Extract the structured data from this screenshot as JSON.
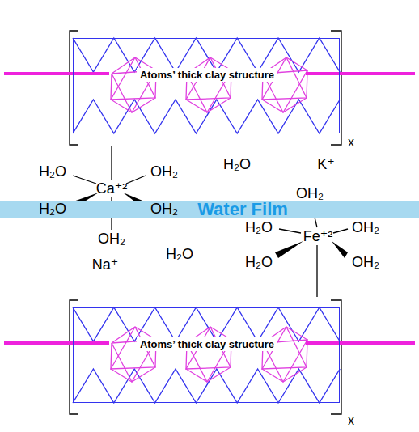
{
  "diagram": {
    "nodes": [
      {
        "text": [
          "Atoms’ thick clay structure"
        ]
      },
      {
        "text": [
          "Water Film"
        ]
      },
      {
        "text": [
          "Atoms’ thick clay structure"
        ]
      }
    ],
    "labels": [
      "H₂O",
      "OH₂",
      "Ca⁺²",
      "H₂O",
      "OH₂",
      "OH₂",
      "H₂O",
      "K⁺",
      "Na⁺",
      "H₂O",
      "OH₂",
      "H₂O",
      "OH₂",
      "Fe⁺²",
      "H₂O",
      "OH₂",
      "x",
      "x"
    ]
  }
}
